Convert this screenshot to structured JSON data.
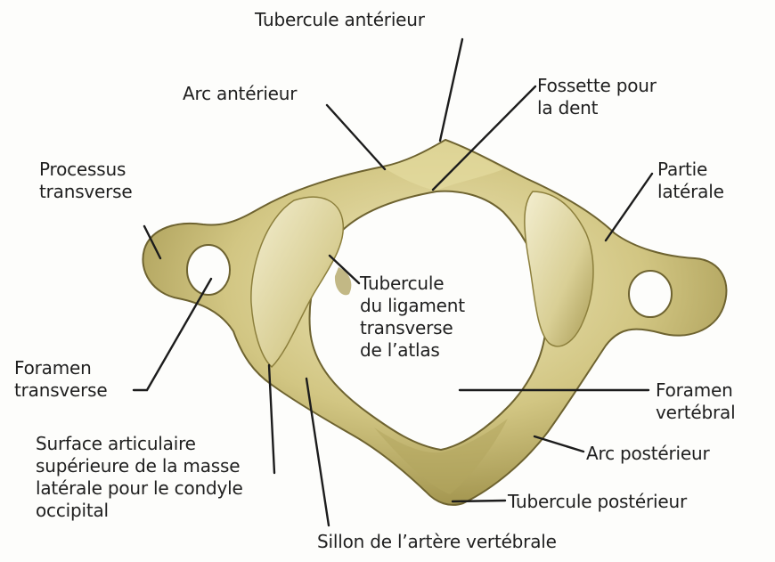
{
  "labels": {
    "tubercule_anterieur": "Tubercule antérieur",
    "arc_anterieur": "Arc antérieur",
    "fossette": [
      "Fossette pour",
      "la dent"
    ],
    "processus_transverse": [
      "Processus",
      "transverse"
    ],
    "partie_laterale": [
      "Partie",
      "latérale"
    ],
    "tubercule_ligament": [
      "Tubercule",
      "du ligament",
      "transverse",
      "de l’atlas"
    ],
    "foramen_transverse": [
      "Foramen",
      "transverse"
    ],
    "foramen_vertebral": [
      "Foramen",
      "vertébral"
    ],
    "surface_articulaire": [
      "Surface articulaire",
      "supérieure de la masse",
      "latérale pour le condyle",
      "occipital"
    ],
    "arc_posterieur": "Arc postérieur",
    "tubercule_posterieur": "Tubercule postérieur",
    "sillon": "Sillon de l’artère vertébrale"
  },
  "colors": {
    "bone_light": "#eee7b8",
    "bone_mid": "#cbbf76",
    "bone_shadow": "#8c7f3c",
    "bone_dark": "#5c5224",
    "leader_line": "#1c1c1c"
  }
}
